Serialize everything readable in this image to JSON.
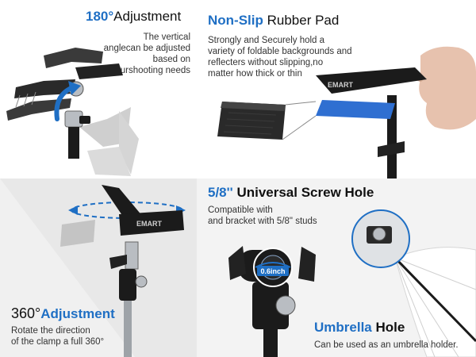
{
  "panels": {
    "top_left": {
      "title_accent": "180°",
      "title_rest": "Adjustment",
      "description_lines": [
        "The vertical",
        "anglecan be adjusted",
        "based on",
        "yourshooting needs"
      ]
    },
    "top_right": {
      "title_accent": "Non-Slip",
      "title_rest": " Rubber Pad",
      "description_lines": [
        "Strongly and Securely hold a",
        "variety of foldable backgrounds and",
        "reflecters without slipping,no",
        "matter how thick or thin"
      ],
      "brand_mark": "EMART"
    },
    "bottom_left": {
      "title_accent": "360°",
      "title_rest": "Adjustment",
      "description_lines": [
        "Rotate the direction",
        "of the clamp a full 360°"
      ],
      "brand_mark": "EMART"
    },
    "bottom_right": {
      "title_accent": "5/8''",
      "title_rest": " Universal Screw Hole",
      "description_lines": [
        "Compatible with",
        "and bracket with 5/8\" studs"
      ],
      "hole_size_label": "0.6inch",
      "umbrella_title_accent": "Umbrella",
      "umbrella_title_rest": " Hole",
      "umbrella_description": "Can be used as an umbrella holder."
    }
  },
  "colors": {
    "accent_blue": "#1f6fc4",
    "heading_dark": "#111111",
    "body_text": "#333333",
    "metal_black": "#1b1b1b",
    "chrome": "#b9bdc2"
  },
  "icons": {
    "rotation_arrow_180": "curved-arrow-180-icon",
    "rotation_arrow_360": "dashed-rotation-arrow-icon"
  }
}
